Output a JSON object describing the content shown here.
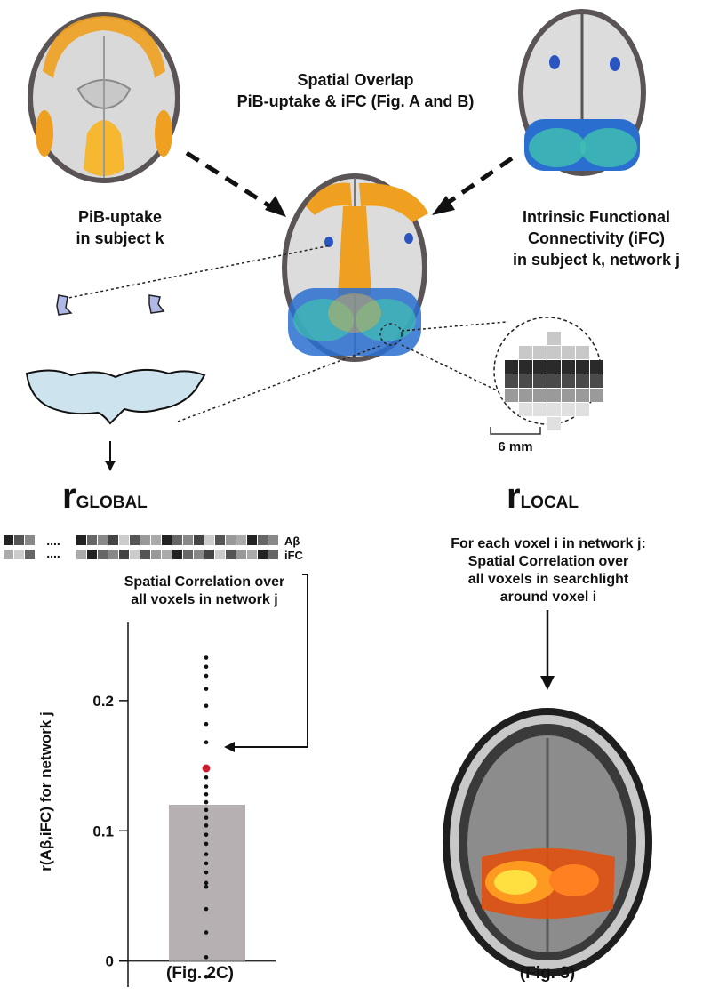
{
  "labels": {
    "overlap_line1": "Spatial Overlap",
    "overlap_line2": "PiB-uptake & iFC (Fig. A and B)",
    "pib_line1": "PiB-uptake",
    "pib_line2": "in subject k",
    "ifc_line1": "Intrinsic Functional",
    "ifc_line2": "Connectivity (iFC)",
    "ifc_line3": "in subject k, network j",
    "scale_bar": "6 mm",
    "r_global_main": "r",
    "r_global_sub": "GLOBAL",
    "r_local_main": "r",
    "r_local_sub": "LOCAL",
    "row_abeta": "Aβ",
    "row_ifc": "iFC",
    "ellipsis": "....",
    "global_desc_1": "Spatial Correlation over",
    "global_desc_2": "all voxels in  network j",
    "local_desc_1": "For each voxel i in network j:",
    "local_desc_2": "Spatial Correlation over",
    "local_desc_3": "all voxels in searchlight",
    "local_desc_4": "around voxel i",
    "fig_2c": "(Fig. 2C)",
    "fig_3": "(Fig. 3)"
  },
  "colors": {
    "pib_orange": "#f0a020",
    "ifc_blue": "#2a6fd0",
    "ifc_teal": "#40c0b0",
    "highlight_red": "#cc2030",
    "bar_gray": "#b6b0b2",
    "activation_yellow": "#ffe040"
  },
  "chart_data": {
    "type": "bar",
    "ylabel": "r(Aβ,iFC) for network j",
    "xlabel": "(Fig. 2C)",
    "yticks": [
      0,
      0.1,
      0.2
    ],
    "ylim": [
      -0.02,
      0.26
    ],
    "mean_bar": 0.12,
    "highlighted_subject": 0.148,
    "subject_points": [
      -0.012,
      0.003,
      0.022,
      0.04,
      0.057,
      0.06,
      0.068,
      0.075,
      0.082,
      0.09,
      0.097,
      0.104,
      0.11,
      0.116,
      0.122,
      0.128,
      0.134,
      0.141,
      0.168,
      0.182,
      0.196,
      0.209,
      0.219,
      0.226,
      0.233
    ]
  }
}
